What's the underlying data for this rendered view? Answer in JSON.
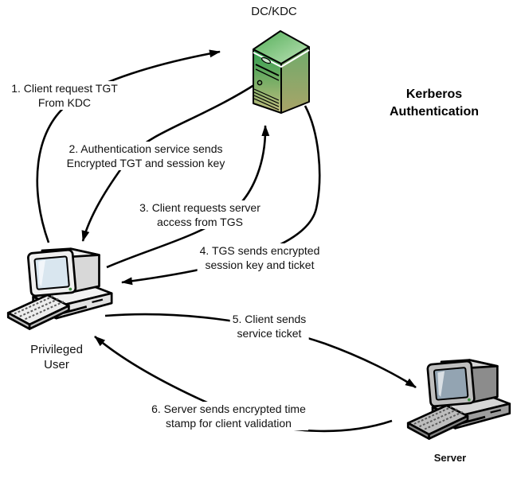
{
  "diagram": {
    "title": "Kerberos\nAuthentication",
    "nodes": {
      "kdc": {
        "label": "DC/KDC"
      },
      "client": {
        "label": "Privileged\nUser"
      },
      "server": {
        "label": "Server"
      }
    },
    "steps": [
      {
        "num": "1",
        "from": "client",
        "to": "kdc",
        "text": "1. Client request TGT\nFrom KDC"
      },
      {
        "num": "2",
        "from": "kdc",
        "to": "client",
        "text": "2. Authentication service sends\nEncrypted TGT and session key"
      },
      {
        "num": "3",
        "from": "client",
        "to": "kdc",
        "text": "3. Client requests server\naccess from TGS"
      },
      {
        "num": "4",
        "from": "kdc",
        "to": "client",
        "text": "4. TGS sends encrypted\nsession key and ticket"
      },
      {
        "num": "5",
        "from": "client",
        "to": "server",
        "text": "5. Client sends\nservice ticket"
      },
      {
        "num": "6",
        "from": "server",
        "to": "client",
        "text": "6. Server sends encrypted time\nstamp for client validation"
      }
    ],
    "colors": {
      "background": "#ffffff",
      "arrow": "#000000",
      "kdc_green": "#3aa556",
      "text": "#111111"
    }
  }
}
